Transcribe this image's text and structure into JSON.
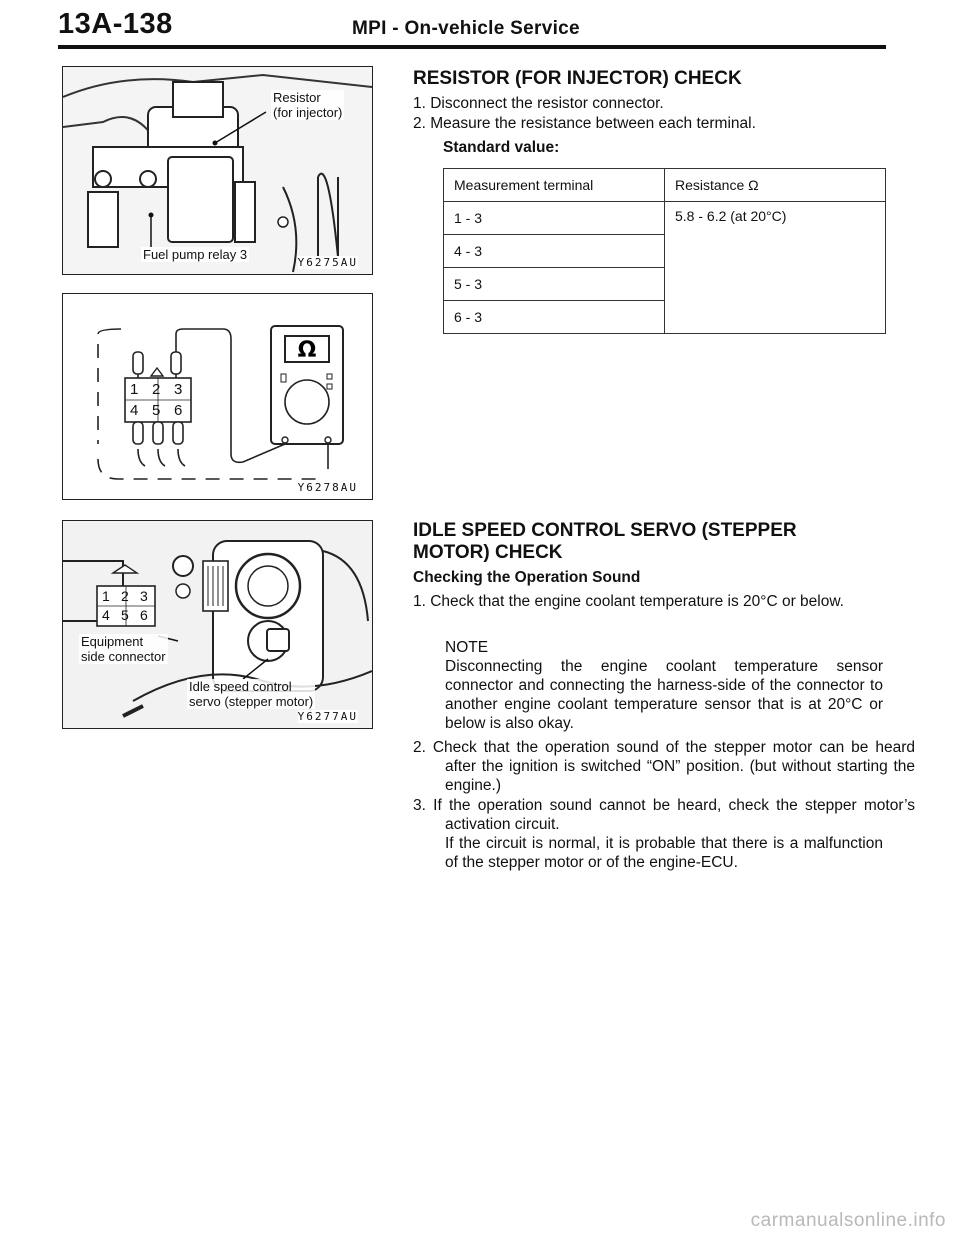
{
  "header": {
    "page_number": "13A-138",
    "section_title": "MPI  -  On-vehicle Service"
  },
  "figure1": {
    "callout_resistor": "Resistor\n(for injector)",
    "callout_relay": "Fuel pump relay 3",
    "code": "Y6275AU"
  },
  "figure2": {
    "connector_pins_top": [
      "1",
      "2",
      "3"
    ],
    "connector_pins_bottom": [
      "4",
      "5",
      "6"
    ],
    "code": "Y6278AU"
  },
  "figure3": {
    "connector_pins_top": [
      "1",
      "2",
      "3"
    ],
    "connector_pins_bottom": [
      "4",
      "5",
      "6"
    ],
    "callout_equipment": "Equipment\nside connector",
    "callout_servo": "Idle speed control\nservo (stepper motor)",
    "code": "Y6277AU"
  },
  "resistor_check": {
    "heading": "RESISTOR (FOR INJECTOR) CHECK",
    "step1": "1.  Disconnect  the  resistor  connector.",
    "step2": "2.  Measure  the  resistance  between  each  terminal.",
    "standard_value_label": "Standard  value:",
    "table": {
      "col1_header": "Measurement terminal",
      "col2_header": "Resistance Ω",
      "rows": [
        "1 - 3",
        "4 - 3",
        "5 - 3",
        "6 - 3"
      ],
      "value": "5.8 - 6.2 (at 20°C)"
    }
  },
  "isc_check": {
    "heading_line1": "IDLE  SPEED  CONTROL  SERVO  (STEPPER",
    "heading_line2": "MOTOR)  CHECK",
    "subheading": "Checking  the  Operation  Sound",
    "step1": "1.  Check  that  the  engine  coolant  temperature  is  20°C  or below.",
    "note_label": "NOTE",
    "note_text": "Disconnecting  the  engine  coolant  temperature  sensor connector  and  connecting  the  harness-side  of  the connector  to  another  engine  coolant  temperature  sensor that  is  at  20°C  or  below  is  also  okay.",
    "step2": "2.  Check  that  the  operation  sound  of  the  stepper  motor can be heard after the ignition is switched “ON” position. (but  without  starting  the  engine.)",
    "step3": "3.  If the operation sound cannot be heard, check the stepper motor’s  activation  circuit.",
    "step3b": "If  the  circuit  is  normal,  it  is  probable  that  there  is  a malfunction  of  the  stepper  motor  or  of  the  engine-ECU."
  },
  "watermark": "carmanualsonline.info"
}
